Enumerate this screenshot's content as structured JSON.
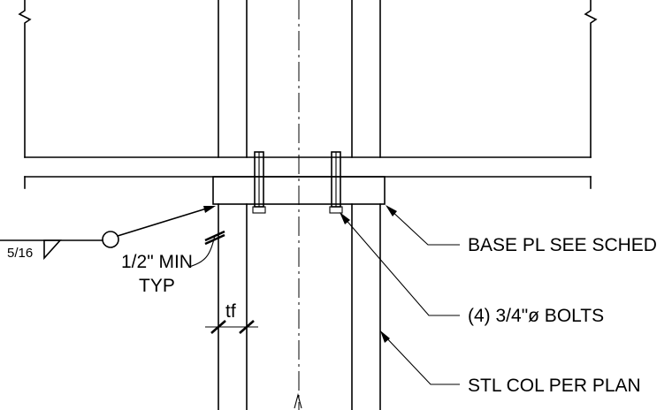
{
  "labels": {
    "base_plate": "BASE PL SEE SCHED",
    "bolts": "(4) 3/4\"ø BOLTS",
    "column": "STL COL PER PLAN",
    "weld_size": "5/16",
    "weld_min_line1": "1/2\" MIN",
    "weld_min_line2": "TYP",
    "flange_thickness": "tf"
  }
}
